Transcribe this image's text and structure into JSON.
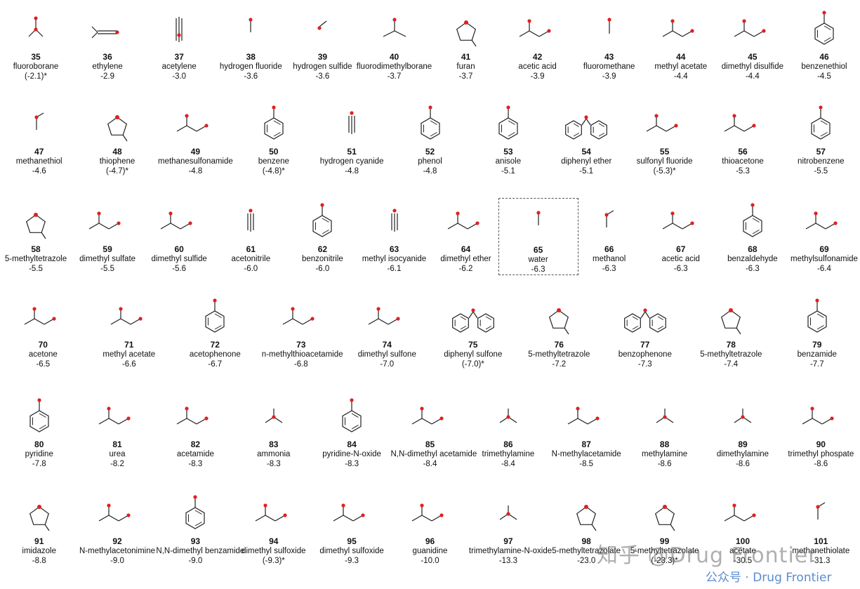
{
  "rows": [
    [
      {
        "id": "35",
        "name": "fluoroborane",
        "value": "(-2.1)*",
        "mol": "BF"
      },
      {
        "id": "36",
        "name": "ethylene",
        "value": "-2.9",
        "mol": "C=C"
      },
      {
        "id": "37",
        "name": "acetylene",
        "value": "-3.0",
        "mol": "C#C"
      },
      {
        "id": "38",
        "name": "hydrogen fluoride",
        "value": "-3.6",
        "mol": "HF"
      },
      {
        "id": "39",
        "name": "hydrogen sulfide",
        "value": "-3.6",
        "mol": "SH"
      },
      {
        "id": "40",
        "name": "fluorodimethylborane",
        "value": "-3.7",
        "mol": "BMe"
      },
      {
        "id": "41",
        "name": "furan",
        "value": "-3.7",
        "mol": "ring5"
      },
      {
        "id": "42",
        "name": "acetic acid",
        "value": "-3.9",
        "mol": "chain"
      },
      {
        "id": "43",
        "name": "fluoromethane",
        "value": "-3.9",
        "mol": "MeF"
      },
      {
        "id": "44",
        "name": "methyl acetate",
        "value": "-4.4",
        "mol": "chain"
      },
      {
        "id": "45",
        "name": "dimethyl disulfide",
        "value": "-4.4",
        "mol": "chain"
      },
      {
        "id": "46",
        "name": "benzenethiol",
        "value": "-4.5",
        "mol": "benz"
      }
    ],
    [
      {
        "id": "47",
        "name": "methanethiol",
        "value": "-4.6",
        "mol": "MeS"
      },
      {
        "id": "48",
        "name": "thiophene",
        "value": "(-4.7)*",
        "mol": "ring5"
      },
      {
        "id": "49",
        "name": "methanesulfonamide",
        "value": "-4.8",
        "mol": "chain"
      },
      {
        "id": "50",
        "name": "benzene",
        "value": "(-4.8)*",
        "mol": "benz"
      },
      {
        "id": "51",
        "name": "hydrogen cyanide",
        "value": "-4.8",
        "mol": "CN"
      },
      {
        "id": "52",
        "name": "phenol",
        "value": "-4.8",
        "mol": "benz"
      },
      {
        "id": "53",
        "name": "anisole",
        "value": "-5.1",
        "mol": "benz"
      },
      {
        "id": "54",
        "name": "diphenyl ether",
        "value": "-5.1",
        "mol": "benz2"
      },
      {
        "id": "55",
        "name": "sulfonyl fluoride",
        "value": "(-5.3)*",
        "mol": "chain"
      },
      {
        "id": "56",
        "name": "thioacetone",
        "value": "-5.3",
        "mol": "chain"
      },
      {
        "id": "57",
        "name": "nitrobenzene",
        "value": "-5.5",
        "mol": "benz"
      }
    ],
    [
      {
        "id": "58",
        "name": "5-methyltetrazole",
        "value": "-5.5",
        "mol": "ring5"
      },
      {
        "id": "59",
        "name": "dimethyl sulfate",
        "value": "-5.5",
        "mol": "chain"
      },
      {
        "id": "60",
        "name": "dimethyl sulfide",
        "value": "-5.6",
        "mol": "chain"
      },
      {
        "id": "61",
        "name": "acetonitrile",
        "value": "-6.0",
        "mol": "CN"
      },
      {
        "id": "62",
        "name": "benzonitrile",
        "value": "-6.0",
        "mol": "benz"
      },
      {
        "id": "63",
        "name": "methyl isocyanide",
        "value": "-6.1",
        "mol": "CN"
      },
      {
        "id": "64",
        "name": "dimethyl ether",
        "value": "-6.2",
        "mol": "chain"
      },
      {
        "id": "65",
        "name": "water",
        "value": "-6.3",
        "mol": "HF"
      },
      {
        "id": "66",
        "name": "methanol",
        "value": "-6.3",
        "mol": "MeS"
      },
      {
        "id": "67",
        "name": "acetic acid",
        "value": "-6.3",
        "mol": "chain"
      },
      {
        "id": "68",
        "name": "benzaldehyde",
        "value": "-6.3",
        "mol": "benz"
      },
      {
        "id": "69",
        "name": "methylsulfonamide",
        "value": "-6.4",
        "mol": "chain"
      }
    ],
    [
      {
        "id": "70",
        "name": "acetone",
        "value": "-6.5",
        "mol": "chain"
      },
      {
        "id": "71",
        "name": "methyl acetate",
        "value": "-6.6",
        "mol": "chain"
      },
      {
        "id": "72",
        "name": "acetophenone",
        "value": "-6.7",
        "mol": "benz"
      },
      {
        "id": "73",
        "name": "n-methylthioacetamide",
        "value": "-6.8",
        "mol": "chain"
      },
      {
        "id": "74",
        "name": "dimethyl sulfone",
        "value": "-7.0",
        "mol": "chain"
      },
      {
        "id": "75",
        "name": "diphenyl sulfone",
        "value": "(-7.0)*",
        "mol": "benz2"
      },
      {
        "id": "76",
        "name": "5-methyltetrazole",
        "value": "-7.2",
        "mol": "ring5"
      },
      {
        "id": "77",
        "name": "benzophenone",
        "value": "-7.3",
        "mol": "benz2"
      },
      {
        "id": "78",
        "name": "5-methyltetrazole",
        "value": "-7.4",
        "mol": "ring5"
      },
      {
        "id": "79",
        "name": "benzamide",
        "value": "-7.7",
        "mol": "benz"
      }
    ],
    [
      {
        "id": "80",
        "name": "pyridine",
        "value": "-7.8",
        "mol": "benz"
      },
      {
        "id": "81",
        "name": "urea",
        "value": "-8.2",
        "mol": "chain"
      },
      {
        "id": "82",
        "name": "acetamide",
        "value": "-8.3",
        "mol": "chain"
      },
      {
        "id": "83",
        "name": "ammonia",
        "value": "-8.3",
        "mol": "NH3"
      },
      {
        "id": "84",
        "name": "pyridine-N-oxide",
        "value": "-8.3",
        "mol": "benz"
      },
      {
        "id": "85",
        "name": "N,N-dimethyl acetamide",
        "value": "-8.4",
        "mol": "chain"
      },
      {
        "id": "86",
        "name": "trimethylamine",
        "value": "-8.4",
        "mol": "NH3"
      },
      {
        "id": "87",
        "name": "N-methylacetamide",
        "value": "-8.5",
        "mol": "chain"
      },
      {
        "id": "88",
        "name": "methylamine",
        "value": "-8.6",
        "mol": "NH3"
      },
      {
        "id": "89",
        "name": "dimethylamine",
        "value": "-8.6",
        "mol": "NH3"
      },
      {
        "id": "90",
        "name": "trimethyl phospate",
        "value": "-8.6",
        "mol": "chain"
      }
    ],
    [
      {
        "id": "91",
        "name": "imidazole",
        "value": "-8.8",
        "mol": "ring5"
      },
      {
        "id": "92",
        "name": "N-methylacetonimine",
        "value": "-9.0",
        "mol": "chain"
      },
      {
        "id": "93",
        "name": "N,N-dimethyl benzamide",
        "value": "-9.0",
        "mol": "benz"
      },
      {
        "id": "94",
        "name": "dimethyl sulfoxide",
        "value": "(-9.3)*",
        "mol": "chain"
      },
      {
        "id": "95",
        "name": "dimethyl sulfoxide",
        "value": "-9.3",
        "mol": "chain"
      },
      {
        "id": "96",
        "name": "guanidine",
        "value": "-10.0",
        "mol": "chain"
      },
      {
        "id": "97",
        "name": "trimethylamine-N-oxide",
        "value": "-13.3",
        "mol": "NH3"
      },
      {
        "id": "98",
        "name": "5-methyltetrazolate",
        "value": "-23.0",
        "mol": "ring5"
      },
      {
        "id": "99",
        "name": "5-methyltetrazolate",
        "value": "(-23.3)*",
        "mol": "ring5"
      },
      {
        "id": "100",
        "name": "acetate",
        "value": "-30.5",
        "mol": "chain"
      },
      {
        "id": "101",
        "name": "methanethiolate",
        "value": "-31.3",
        "mol": "MeS"
      }
    ]
  ],
  "highlighted_id": "65",
  "watermark": {
    "text": "知乎 @Drug Frontier",
    "sub": "公众号 · Drug Frontier"
  },
  "colors": {
    "heteroatom": "#e02020",
    "bond": "#222222"
  }
}
